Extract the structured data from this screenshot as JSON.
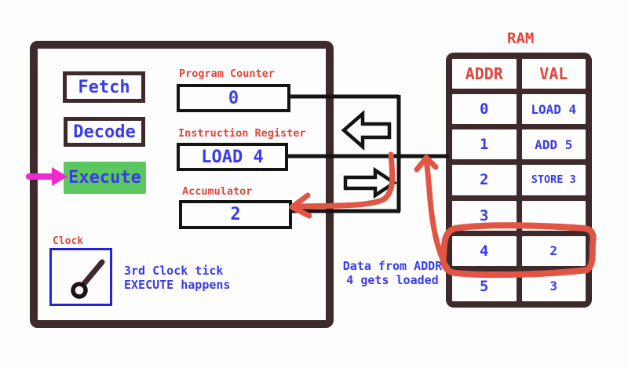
{
  "palette": {
    "frame_brown": "#3F2A2B",
    "wire_black": "#141414",
    "text_blue": "#3B3BE8",
    "label_red": "#E0463C",
    "annotation_red": "#E15544",
    "execute_green": "#5BC75F",
    "pointer_magenta": "#EE2BD2",
    "background": "#FDFDFD"
  },
  "cpu": {
    "stages": [
      {
        "label": "Fetch",
        "active": false
      },
      {
        "label": "Decode",
        "active": false
      },
      {
        "label": "Execute",
        "active": true
      }
    ],
    "registers": [
      {
        "label": "Program Counter",
        "value": "0"
      },
      {
        "label": "Instruction Register",
        "value": "LOAD 4"
      },
      {
        "label": "Accumulator",
        "value": "2"
      }
    ],
    "clock": {
      "label": "Clock",
      "icon": "clock-hand-icon",
      "note_line1": "3rd Clock tick",
      "note_line2": "EXECUTE happens"
    }
  },
  "bus": {
    "icons": [
      "arrow-left-icon",
      "arrow-right-icon"
    ]
  },
  "ram": {
    "title": "RAM",
    "columns": [
      "ADDR",
      "VAL"
    ],
    "rows": [
      {
        "addr": "0",
        "val": "LOAD 4",
        "highlighted": false
      },
      {
        "addr": "1",
        "val": "ADD 5",
        "highlighted": false
      },
      {
        "addr": "2",
        "val": "STORE 3",
        "highlighted": false
      },
      {
        "addr": "3",
        "val": "",
        "highlighted": false
      },
      {
        "addr": "4",
        "val": "2",
        "highlighted": true
      },
      {
        "addr": "5",
        "val": "3",
        "highlighted": false
      }
    ]
  },
  "annotation": {
    "line1": "Data from ADDR",
    "line2": "4 gets loaded"
  }
}
